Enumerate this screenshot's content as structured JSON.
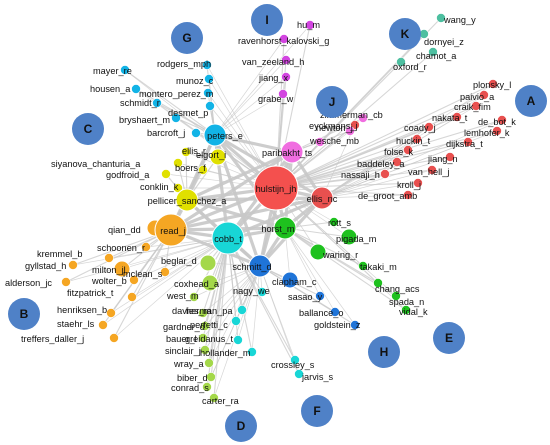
{
  "colors": {
    "A": "#e8504f",
    "B": "#f5a623",
    "C": "#e0e000",
    "D": "#a4d84a",
    "E": "#1ec11e",
    "F": "#18d6d6",
    "G": "#12b3e6",
    "H": "#1f74d8",
    "I": "#d245e0",
    "J": "#f06ee0",
    "K": "#4dbfa0",
    "center": "#f4504e",
    "edge": "#c8c8c8",
    "badge": "#4f81c7"
  },
  "clusters": [
    {
      "id": "A",
      "label": "A"
    },
    {
      "id": "B",
      "label": "B"
    },
    {
      "id": "C",
      "label": "C"
    },
    {
      "id": "D",
      "label": "D"
    },
    {
      "id": "E",
      "label": "E"
    },
    {
      "id": "F",
      "label": "F"
    },
    {
      "id": "G",
      "label": "G"
    },
    {
      "id": "H",
      "label": "H"
    },
    {
      "id": "I",
      "label": "I"
    },
    {
      "id": "J",
      "label": "J"
    },
    {
      "id": "K",
      "label": "K"
    }
  ],
  "nodes": [
    {
      "id": "hulstijn_jh",
      "label": "hulstijn_jh",
      "cluster": "center",
      "size": "xl"
    },
    {
      "id": "cobb_t",
      "label": "cobb_t",
      "cluster": "F",
      "size": "lg"
    },
    {
      "id": "read_j",
      "label": "read_j",
      "cluster": "B",
      "size": "lg"
    },
    {
      "id": "peters_e",
      "label": "peters_e",
      "cluster": "G",
      "size": "md"
    },
    {
      "id": "pellicer_sanchez_a",
      "label": "pellicer_sanchez_a",
      "cluster": "C",
      "size": "md"
    },
    {
      "id": "ellis_nc",
      "label": "ellis_nc",
      "cluster": "A",
      "size": "md"
    },
    {
      "id": "horst_m",
      "label": "horst_m",
      "cluster": "E",
      "size": "md"
    },
    {
      "id": "schmitt_d",
      "label": "schmitt_d",
      "cluster": "H",
      "size": "md"
    },
    {
      "id": "paribakht_ts",
      "label": "paribakht_ts",
      "cluster": "J",
      "size": "md"
    },
    {
      "id": "qian_dd",
      "label": "qian_dd",
      "cluster": "B",
      "size": "sm"
    },
    {
      "id": "elgort_i",
      "label": "elgort_i",
      "cluster": "C",
      "size": "sm"
    },
    {
      "id": "plonsky_l",
      "label": "plonsky_l",
      "cluster": "A",
      "size": "xs"
    },
    {
      "id": "paivio_a",
      "label": "paivio_a",
      "cluster": "A",
      "size": "xs"
    },
    {
      "id": "craik_fim",
      "label": "craik_fim",
      "cluster": "A",
      "size": "xs"
    },
    {
      "id": "nakata_t",
      "label": "nakata_t",
      "cluster": "A",
      "size": "xs"
    },
    {
      "id": "de_bot_k",
      "label": "de_bot_k",
      "cluster": "A",
      "size": "xs"
    },
    {
      "id": "lemhofer_k",
      "label": "lemhofer_k",
      "cluster": "A",
      "size": "xs"
    },
    {
      "id": "dijkstra_t",
      "label": "dijkstra_t",
      "cluster": "A",
      "size": "xs"
    },
    {
      "id": "coady_j",
      "label": "coady_j",
      "cluster": "A",
      "size": "xs"
    },
    {
      "id": "huckin_t",
      "label": "huckin_t",
      "cluster": "A",
      "size": "xs"
    },
    {
      "id": "folse_k",
      "label": "folse_k",
      "cluster": "A",
      "size": "xs"
    },
    {
      "id": "jiang_n",
      "label": "jiang_n",
      "cluster": "A",
      "size": "xs"
    },
    {
      "id": "baddeley_a",
      "label": "baddeley_a",
      "cluster": "A",
      "size": "xs"
    },
    {
      "id": "van_hell_j",
      "label": "van_hell_j",
      "cluster": "A",
      "size": "xs"
    },
    {
      "id": "nassaji_h",
      "label": "nassaji_h",
      "cluster": "A",
      "size": "xs"
    },
    {
      "id": "kroll_j",
      "label": "kroll_j",
      "cluster": "A",
      "size": "xs"
    },
    {
      "id": "de_groot_amb",
      "label": "de_groot_amb",
      "cluster": "A",
      "size": "xs"
    },
    {
      "id": "eyckmans_j",
      "label": "eyckmans_j",
      "cluster": "A",
      "size": "xs"
    },
    {
      "id": "schoonen_r",
      "label": "schoonen_r",
      "cluster": "B",
      "size": "xs"
    },
    {
      "id": "kremmel_b",
      "label": "kremmel_b",
      "cluster": "B",
      "size": "xs"
    },
    {
      "id": "gyllstad_h",
      "label": "gyllstad_h",
      "cluster": "B",
      "size": "xs"
    },
    {
      "id": "milton_jl",
      "label": "milton_jl",
      "cluster": "B",
      "size": "sm"
    },
    {
      "id": "alderson_jc",
      "label": "alderson_jc",
      "cluster": "B",
      "size": "xs"
    },
    {
      "id": "wolter_b",
      "label": "wolter_b",
      "cluster": "B",
      "size": "xs"
    },
    {
      "id": "fitzpatrick_t",
      "label": "fitzpatrick_t",
      "cluster": "B",
      "size": "xs"
    },
    {
      "id": "henriksen_b",
      "label": "henriksen_b",
      "cluster": "B",
      "size": "xs"
    },
    {
      "id": "staehr_ls",
      "label": "staehr_ls",
      "cluster": "B",
      "size": "xs"
    },
    {
      "id": "treffers_daller_j",
      "label": "treffers_daller_j",
      "cluster": "B",
      "size": "xs"
    },
    {
      "id": "mclean_s",
      "label": "mclean_s",
      "cluster": "B",
      "size": "xs"
    },
    {
      "id": "siyanova_chanturia_a",
      "label": "siyanova_chanturia_a",
      "cluster": "C",
      "size": "xs"
    },
    {
      "id": "godfroid_a",
      "label": "godfroid_a",
      "cluster": "C",
      "size": "xs"
    },
    {
      "id": "conklin_k",
      "label": "conklin_k",
      "cluster": "C",
      "size": "xs"
    },
    {
      "id": "boers_f",
      "label": "boers_f",
      "cluster": "C",
      "size": "xs"
    },
    {
      "id": "ellis_r",
      "label": "ellis_r",
      "cluster": "C",
      "size": "xs"
    },
    {
      "id": "beglar_d",
      "label": "beglar_d",
      "cluster": "D",
      "size": "sm"
    },
    {
      "id": "coxhead_a",
      "label": "coxhead_a",
      "cluster": "D",
      "size": "sm"
    },
    {
      "id": "west_m",
      "label": "west_m",
      "cluster": "D",
      "size": "xs"
    },
    {
      "id": "davies_m",
      "label": "davies_m",
      "cluster": "D",
      "size": "xs"
    },
    {
      "id": "gardner_d",
      "label": "gardner_d",
      "cluster": "D",
      "size": "xs"
    },
    {
      "id": "bauer_l",
      "label": "bauer_l",
      "cluster": "D",
      "size": "xs"
    },
    {
      "id": "sinclair_j",
      "label": "sinclair_j",
      "cluster": "D",
      "size": "xs"
    },
    {
      "id": "wray_a",
      "label": "wray_a",
      "cluster": "D",
      "size": "xs"
    },
    {
      "id": "biber_d",
      "label": "biber_d",
      "cluster": "D",
      "size": "xs"
    },
    {
      "id": "conrad_s",
      "label": "conrad_s",
      "cluster": "D",
      "size": "xs"
    },
    {
      "id": "carter_ra",
      "label": "carter_ra",
      "cluster": "D",
      "size": "xs"
    },
    {
      "id": "rott_s",
      "label": "rott_s",
      "cluster": "E",
      "size": "xs"
    },
    {
      "id": "pigada_m",
      "label": "pigada_m",
      "cluster": "E",
      "size": "sm"
    },
    {
      "id": "waring_r",
      "label": "waring_r",
      "cluster": "E",
      "size": "sm"
    },
    {
      "id": "takaki_m",
      "label": "takaki_m",
      "cluster": "E",
      "size": "xs"
    },
    {
      "id": "chang_acs",
      "label": "chang_acs",
      "cluster": "E",
      "size": "xs"
    },
    {
      "id": "spada_n",
      "label": "spada_n",
      "cluster": "E",
      "size": "xs"
    },
    {
      "id": "vidal_k",
      "label": "vidal_k",
      "cluster": "E",
      "size": "xs"
    },
    {
      "id": "nagy_we",
      "label": "nagy_we",
      "cluster": "F",
      "size": "xs"
    },
    {
      "id": "herman_pa",
      "label": "herman_pa",
      "cluster": "F",
      "size": "xs"
    },
    {
      "id": "perfetti_c",
      "label": "perfetti_c",
      "cluster": "F",
      "size": "xs"
    },
    {
      "id": "greidanus_t",
      "label": "greidanus_t",
      "cluster": "F",
      "size": "xs"
    },
    {
      "id": "hollander_m",
      "label": "hollander_m",
      "cluster": "F",
      "size": "xs"
    },
    {
      "id": "crossley_s",
      "label": "crossley_s",
      "cluster": "F",
      "size": "xs"
    },
    {
      "id": "jarvis_s",
      "label": "jarvis_s",
      "cluster": "F",
      "size": "xs"
    },
    {
      "id": "rodgers_mph",
      "label": "rodgers_mph",
      "cluster": "G",
      "size": "xs"
    },
    {
      "id": "munoz_c",
      "label": "munoz_c",
      "cluster": "G",
      "size": "xs"
    },
    {
      "id": "montero_perez_m",
      "label": "montero_perez_m",
      "cluster": "G",
      "size": "xs"
    },
    {
      "id": "desmet_p",
      "label": "desmet_p",
      "cluster": "G",
      "size": "xs"
    },
    {
      "id": "barcroft_j",
      "label": "barcroft_j",
      "cluster": "G",
      "size": "xs"
    },
    {
      "id": "mayer_re",
      "label": "mayer_re",
      "cluster": "G",
      "size": "xs"
    },
    {
      "id": "housen_a",
      "label": "housen_a",
      "cluster": "G",
      "size": "xs"
    },
    {
      "id": "schmidt_r",
      "label": "schmidt_r",
      "cluster": "G",
      "size": "xs"
    },
    {
      "id": "bryshaert_m",
      "label": "bryshaert_m",
      "cluster": "G",
      "size": "xs"
    },
    {
      "id": "clapham_c",
      "label": "clapham_c",
      "cluster": "H",
      "size": "sm"
    },
    {
      "id": "sasao_y",
      "label": "sasao_y",
      "cluster": "H",
      "size": "xs"
    },
    {
      "id": "ballance_o",
      "label": "ballance_o",
      "cluster": "H",
      "size": "xs"
    },
    {
      "id": "goldstein_z",
      "label": "goldstein_z",
      "cluster": "H",
      "size": "xs"
    },
    {
      "id": "hu_m",
      "label": "hu_m",
      "cluster": "I",
      "size": "xs"
    },
    {
      "id": "ravenhorst_kalovski_g",
      "label": "ravenhorst_kalovski_g",
      "cluster": "I",
      "size": "xs"
    },
    {
      "id": "van_zeeland_h",
      "label": "van_zeeland_h",
      "cluster": "I",
      "size": "xs"
    },
    {
      "id": "jiang_x",
      "label": "jiang_x",
      "cluster": "I",
      "size": "xs"
    },
    {
      "id": "grabe_w",
      "label": "grabe_w",
      "cluster": "I",
      "size": "xs"
    },
    {
      "id": "zimmerman_cb",
      "label": "zimmerman_cb",
      "cluster": "J",
      "size": "xs"
    },
    {
      "id": "newton_j",
      "label": "newton_j",
      "cluster": "J",
      "size": "xs"
    },
    {
      "id": "wesche_mb",
      "label": "wesche_mb",
      "cluster": "J",
      "size": "xs"
    },
    {
      "id": "wang_y",
      "label": "wang_y",
      "cluster": "K",
      "size": "xs"
    },
    {
      "id": "dornyei_z",
      "label": "dornyei_z",
      "cluster": "K",
      "size": "xs"
    },
    {
      "id": "chamot_a",
      "label": "chamot_a",
      "cluster": "K",
      "size": "xs"
    },
    {
      "id": "oxford_r",
      "label": "oxford_r",
      "cluster": "K",
      "size": "xs"
    }
  ]
}
